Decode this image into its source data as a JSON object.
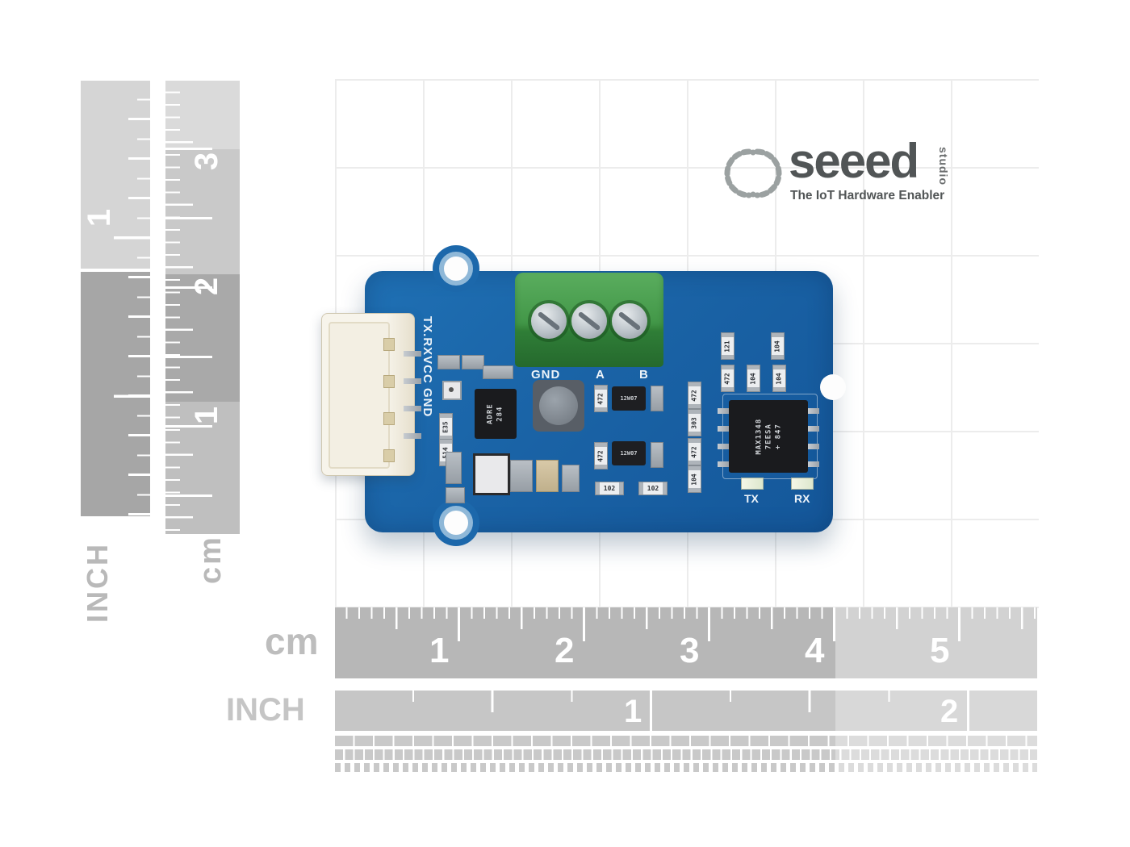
{
  "logo": {
    "brand": "seeed",
    "studio": "studio",
    "tagline": "The IoT Hardware Enabler"
  },
  "rulers": {
    "left_inch": {
      "label": "INCH",
      "numbers": [
        "1"
      ]
    },
    "left_cm": {
      "label": "cm",
      "numbers": [
        "3",
        "2",
        "1"
      ]
    },
    "bottom_cm": {
      "label": "cm",
      "numbers": [
        "1",
        "2",
        "3",
        "4",
        "5"
      ]
    },
    "bottom_inch": {
      "label": "INCH",
      "numbers": [
        "1",
        "2"
      ]
    }
  },
  "board": {
    "terminal_labels": [
      "GND",
      "A",
      "B"
    ],
    "header_label": "TX.RXVCC GND",
    "ic_regulator": {
      "line1": "ADRE",
      "line2": "284"
    },
    "ic_transceiver": {
      "line1": "MAX1348",
      "line2": "7EESA",
      "line3": "+ 847"
    },
    "led_labels": [
      "TX",
      "RX"
    ],
    "codes": {
      "r1": "121",
      "r2": "104",
      "r3": "472",
      "r4": "104",
      "r5": "104",
      "r6": "472",
      "r7": "472",
      "r8": "472",
      "r9": "303",
      "r10": "472",
      "r11": "104",
      "r12": "102",
      "r13": "102",
      "r14": "E35",
      "r15": "514",
      "q": "12W07"
    },
    "colors": {
      "pcb_blue": "#1a63a6",
      "terminal_green": "#3f9445",
      "connector_cream": "#f5f1e6"
    }
  }
}
